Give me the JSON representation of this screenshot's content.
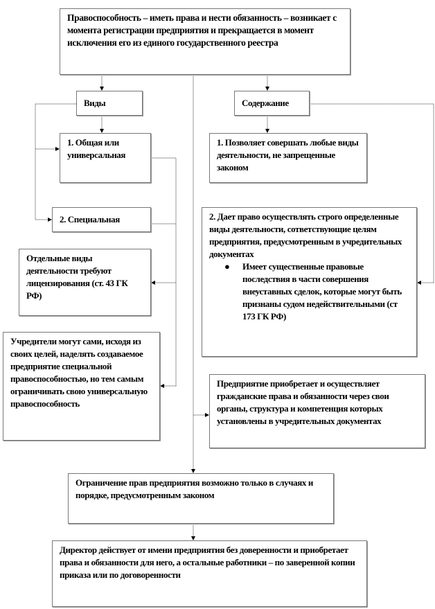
{
  "main": {
    "definition": "Правоспособность – иметь права и нести обязанность – возникает с момента регистрации предприятия и прекращается в момент исключения его из единого государственного реестра",
    "types_header": "Виды",
    "content_header": "Содержание",
    "type_general": "1. Общая или универсальная",
    "type_special": "2. Специальная",
    "licensing": "Отдельные виды деятельности требуют лицензирования (ст. 43 ГК РФ)",
    "founders": "Учредители могут сами, исходя из своих целей, наделять создаваемое предприятие специальной правоспособностью, но тем самым ограничивать свою универсальную правоспособность",
    "content_1": "1. Позволяет совершать любые виды деятельности, не запрещенные законом",
    "content_2": "2. Дает право осуществлять строго определенные виды деятельности, сответствующие целям предприятия, предусмотренным в учредительных документах",
    "content_2_bullet": "Имеет существенные правовые последствия в части совершения внеуставных сделок, которые могут быть признаны судом недействительными (ст 173 ГК РФ)",
    "bullet_char": "●",
    "bodies": "Предприятие приобретает и осуществляет гражданские права и обязанности через свои органы, структура и компетенция которых установлены в учредительных документах",
    "restriction": "Ограничение прав предприятия возможно только в случаях и порядке, предусмотренным законом",
    "director": "Директор действует от имени предприятия без доверенности и приобретает права и обязанности для него, а остальные работники – по заверенной копии приказа или по договоренности"
  }
}
